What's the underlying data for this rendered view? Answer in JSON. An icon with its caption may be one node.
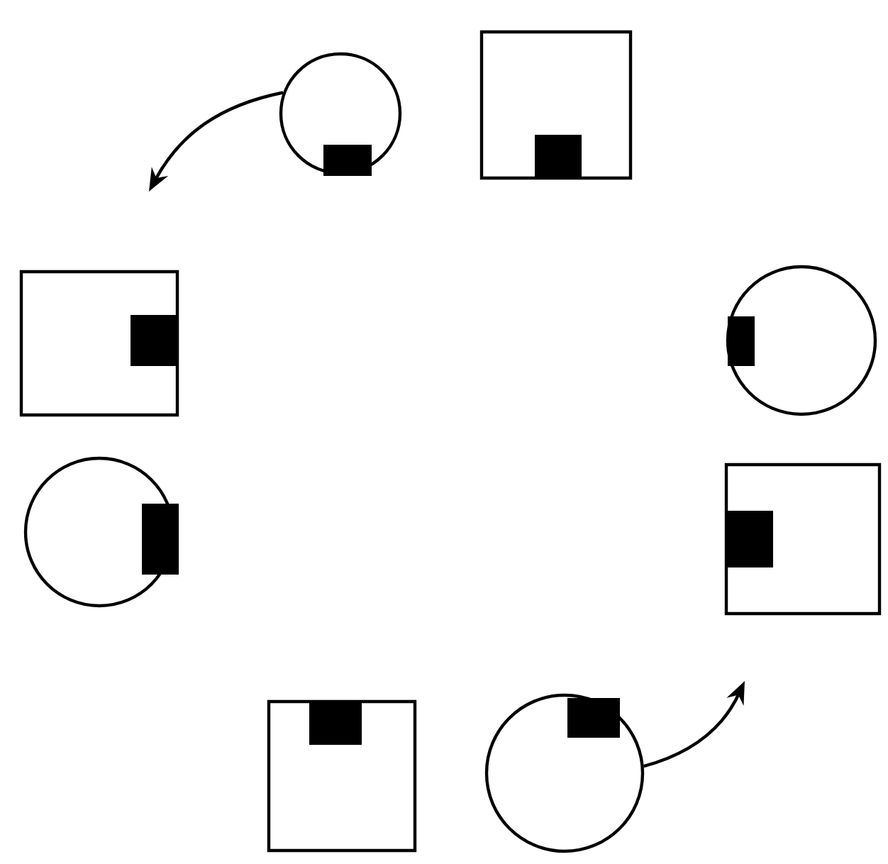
{
  "diagram": {
    "nodes": [
      {
        "text": [],
        "shape": "circle"
      },
      {
        "text": [],
        "shape": "box"
      },
      {
        "text": [],
        "shape": "box"
      },
      {
        "text": [],
        "shape": "circle"
      },
      {
        "text": [],
        "shape": "circle"
      },
      {
        "text": [],
        "shape": "box"
      },
      {
        "text": [],
        "shape": "box"
      },
      {
        "text": [],
        "shape": "circle"
      }
    ],
    "edges": [
      {
        "from": 0,
        "to": null,
        "arrow": "to"
      },
      {
        "from": 7,
        "to": null,
        "arrow": "to"
      }
    ]
  }
}
